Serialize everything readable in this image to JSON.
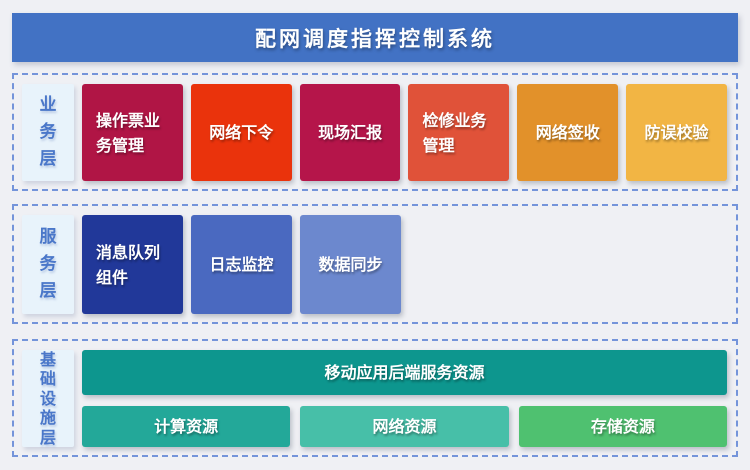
{
  "header": {
    "title": "配网调度指挥控制系统",
    "bg": "#4272C4",
    "text_color": "#FFFFFF"
  },
  "page": {
    "bg": "#EFF0F4",
    "dashed_border_color": "#7494DA",
    "label_bg": "#E8F3FB",
    "label_text_color": "#4A77C9"
  },
  "layers": [
    {
      "label": "业务层",
      "tiles": [
        {
          "label": "操作票业务管理",
          "color": "#B01545"
        },
        {
          "label": "网络下令",
          "color": "#EA330C"
        },
        {
          "label": "现场汇报",
          "color": "#B5154A"
        },
        {
          "label": "检修业务管理",
          "color": "#E05239"
        },
        {
          "label": "网络签收",
          "color": "#E2912A"
        },
        {
          "label": "防误校验",
          "color": "#F2B544"
        }
      ]
    },
    {
      "label": "服务层",
      "tiles": [
        {
          "label": "消息队列组件",
          "color": "#213899"
        },
        {
          "label": "日志监控",
          "color": "#4A69C0"
        },
        {
          "label": "数据同步",
          "color": "#6C88CE"
        }
      ]
    },
    {
      "label": "基础设施层",
      "wide_tile": {
        "label": "移动应用后端服务资源",
        "color": "#0D968E"
      },
      "tiles": [
        {
          "label": "计算资源",
          "color": "#23A899"
        },
        {
          "label": "网络资源",
          "color": "#47BFA8"
        },
        {
          "label": "存储资源",
          "color": "#4FC170"
        }
      ]
    }
  ]
}
